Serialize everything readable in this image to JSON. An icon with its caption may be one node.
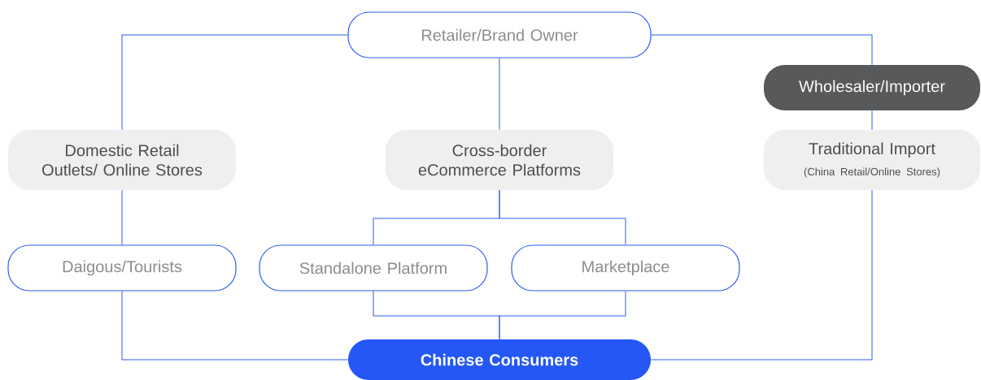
{
  "diagram": {
    "nodes": [
      {
        "text": [
          "Retailer/Brand Owner"
        ]
      },
      {
        "text": [
          "Domestic Retail Outlets/ Online Stores"
        ]
      },
      {
        "text": [
          "Cross-border eCommerce Platforms"
        ]
      },
      {
        "text": [
          "Wholesaler/Importer"
        ]
      },
      {
        "text": [
          "Traditional Import",
          "(China Retail/Online Stores)"
        ]
      },
      {
        "text": [
          "Daigous/Tourists"
        ]
      },
      {
        "text": [
          "Standalone Platform"
        ]
      },
      {
        "text": [
          "Marketplace"
        ]
      },
      {
        "text": [
          "Chinese Consumers"
        ]
      }
    ],
    "edges": [
      {
        "from": 0,
        "to": 1,
        "arrow": "none"
      },
      {
        "from": 0,
        "to": 2,
        "arrow": "none"
      },
      {
        "from": 0,
        "to": 3,
        "arrow": "none"
      },
      {
        "from": 1,
        "to": 5,
        "arrow": "none"
      },
      {
        "from": 2,
        "to": 6,
        "arrow": "none"
      },
      {
        "from": 2,
        "to": 7,
        "arrow": "none"
      },
      {
        "from": 3,
        "to": 4,
        "arrow": "none"
      },
      {
        "from": 4,
        "to": 8,
        "arrow": "none"
      },
      {
        "from": 5,
        "to": 8,
        "arrow": "none"
      },
      {
        "from": 6,
        "to": 8,
        "arrow": "none"
      },
      {
        "from": 7,
        "to": 8,
        "arrow": "none"
      }
    ]
  }
}
